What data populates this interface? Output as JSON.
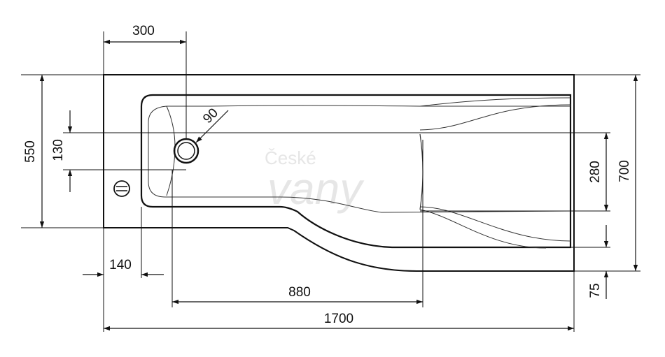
{
  "drawing": {
    "watermark_line1": "České",
    "watermark_line2": "vany",
    "dimensions": {
      "top_offset": "300",
      "drain_size": "90",
      "left_height": "550",
      "drain_span": "130",
      "rim_width": "140",
      "straight_length": "880",
      "total_length": "1700",
      "inner_width": "280",
      "total_width": "700",
      "bottom_offset": "75"
    }
  },
  "colors": {
    "line": "#111111",
    "watermark": "#e6e6e6",
    "background": "#ffffff"
  }
}
